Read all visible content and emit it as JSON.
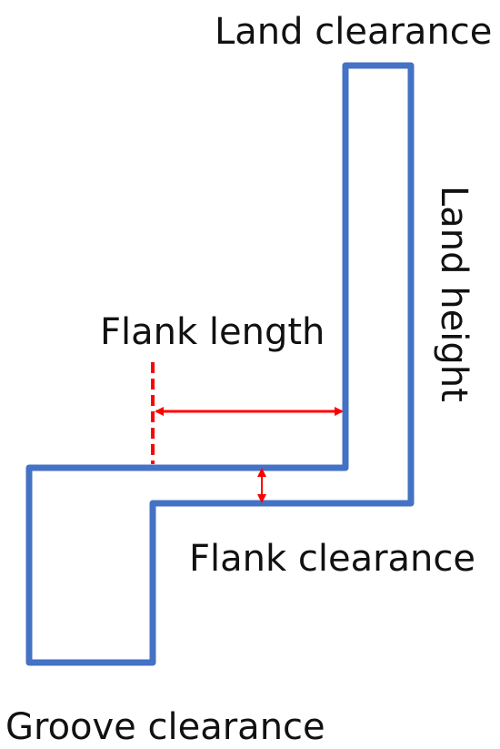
{
  "labels": {
    "land_clearance": "Land clearance",
    "land_height": "Land height",
    "flank_length": "Flank length",
    "flank_clearance": "Flank clearance",
    "groove_clearance": "Groove clearance"
  },
  "colors": {
    "outline": "#4472C4",
    "dimension": "#FF0000",
    "text": "#111111"
  }
}
